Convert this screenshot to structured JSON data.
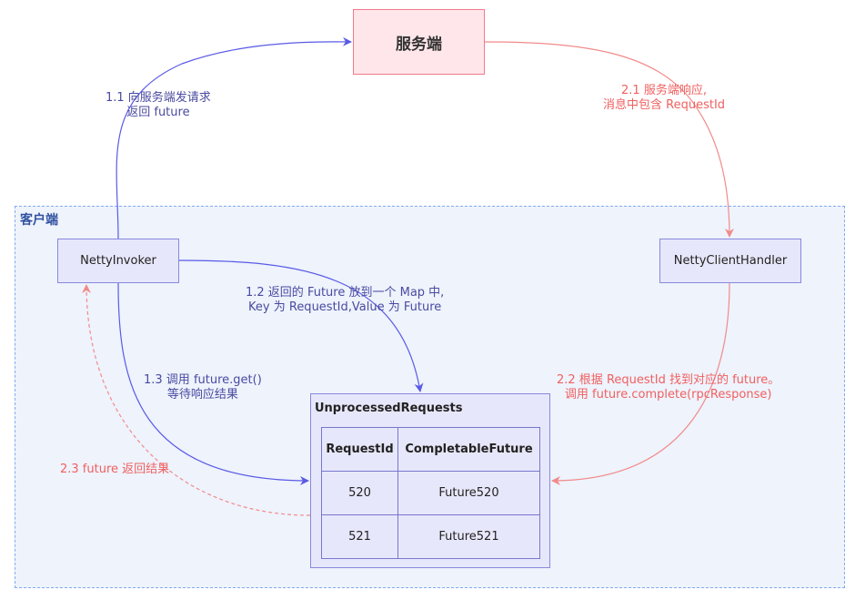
{
  "server": {
    "label": "服务端"
  },
  "client": {
    "title": "客户端",
    "invoker": "NettyInvoker",
    "handler": "NettyClientHandler"
  },
  "table": {
    "title": "UnprocessedRequests",
    "headers": [
      "RequestId",
      "CompletableFuture"
    ],
    "rows": [
      [
        "520",
        "Future520"
      ],
      [
        "521",
        "Future521"
      ]
    ]
  },
  "steps": {
    "s1_1": [
      "1.1 向服务端发请求",
      "返回 future"
    ],
    "s1_2": [
      "1.2 返回的 Future 放到一个 Map 中,",
      "Key 为 RequestId,Value 为 Future"
    ],
    "s1_3": [
      "1.3 调用 future.get()",
      "等待响应结果"
    ],
    "s2_1": [
      "2.1 服务端响应,",
      "消息中包含 RequestId"
    ],
    "s2_2": [
      "2.2 根据 RequestId 找到对应的 future。",
      "调用 future.complete(rpcResponse)"
    ],
    "s2_3": [
      "2.3 future 返回结果"
    ]
  },
  "colors": {
    "blue_edge": "#5a5ae6",
    "red_edge": "#f28a8a"
  }
}
